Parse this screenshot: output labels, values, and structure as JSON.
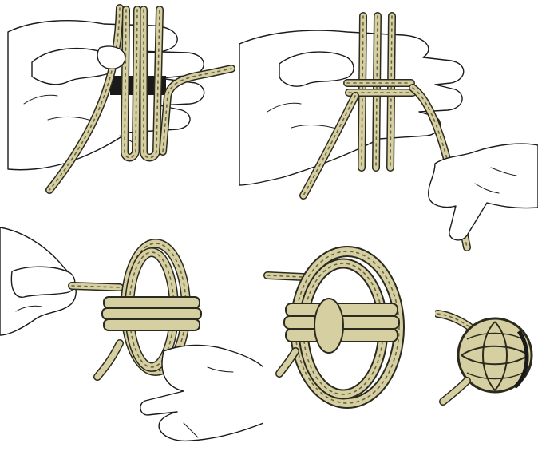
{
  "colors": {
    "rope": "#d6cfa2",
    "rope_dark": "#b9b07f",
    "outline": "#1a1a1a",
    "background": "#ffffff"
  },
  "icons": [
    "hand-icon",
    "rope-icon",
    "monkey-fist-knot-icon"
  ],
  "steps": [
    {
      "name": "step-1-vertical-wraps"
    },
    {
      "name": "step-2-horizontal-wraps"
    },
    {
      "name": "step-3-through-wraps"
    },
    {
      "name": "step-4-tightening"
    },
    {
      "name": "step-5-finished-knot"
    }
  ]
}
